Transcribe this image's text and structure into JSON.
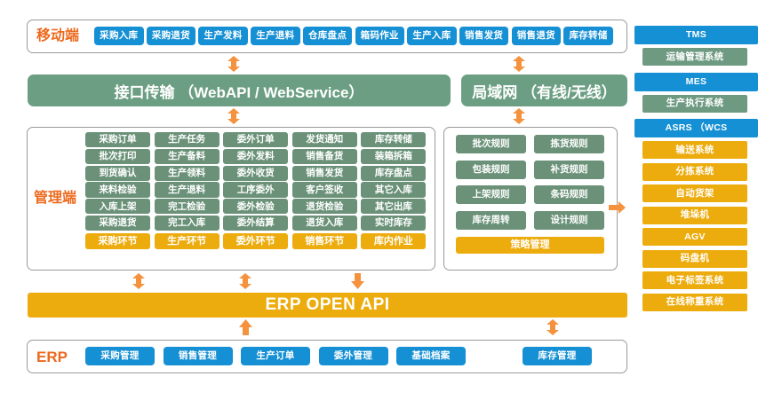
{
  "colors": {
    "blue": "#1690d4",
    "green": "#6b9279",
    "band_green": "#6b9e82",
    "gold": "#edac0e",
    "orange_text": "#ec6a1e",
    "arrow": "#f5923e",
    "border": "#9a9a9a"
  },
  "mobile": {
    "label": "移动端",
    "items": [
      "采购入库",
      "采购退货",
      "生产发料",
      "生产退料",
      "仓库盘点",
      "箱码作业",
      "生产入库",
      "销售发货",
      "销售退货",
      "库存转储"
    ]
  },
  "transport": {
    "interface_band": "接口传输 （WebAPI / WebService）",
    "lan_band": "局域网 （有线/无线）"
  },
  "management": {
    "label": "管理端",
    "columns": [
      {
        "footer": "采购环节",
        "items": [
          "采购订单",
          "批次打印",
          "到货确认",
          "来料检验",
          "入库上架",
          "采购退货"
        ]
      },
      {
        "footer": "生产环节",
        "items": [
          "生产任务",
          "生产备料",
          "生产领料",
          "生产退料",
          "完工检验",
          "完工入库"
        ]
      },
      {
        "footer": "委外环节",
        "items": [
          "委外订单",
          "委外发料",
          "委外收货",
          "工序委外",
          "委外检验",
          "委外结算"
        ]
      },
      {
        "footer": "销售环节",
        "items": [
          "发货通知",
          "销售备货",
          "销售发货",
          "客户签收",
          "退货检验",
          "退货入库"
        ]
      },
      {
        "footer": "库内作业",
        "items": [
          "库存转储",
          "装箱拆箱",
          "库存盘点",
          "其它入库",
          "其它出库",
          "实时库存"
        ]
      }
    ]
  },
  "strategy": {
    "footer": "策略管理",
    "rows": [
      [
        "批次规则",
        "拣货规则"
      ],
      [
        "包装规则",
        "补货规则"
      ],
      [
        "上架规则",
        "条码规则"
      ],
      [
        "库存周转",
        "设计规则"
      ]
    ]
  },
  "open_api": {
    "label": "ERP  OPEN API"
  },
  "erp": {
    "label": "ERP",
    "items": [
      "采购管理",
      "销售管理",
      "生产订单",
      "委外管理",
      "基础档案"
    ],
    "right_item": "库存管理"
  },
  "external": {
    "groups": [
      {
        "header": "TMS",
        "header_style": "blue",
        "sub": [
          "运输管理系统"
        ],
        "sub_style": "green"
      },
      {
        "header": "MES",
        "header_style": "blue",
        "sub": [
          "生产执行系统"
        ],
        "sub_style": "green"
      },
      {
        "header": "ASRS （WCS",
        "header_style": "blue",
        "sub": [
          "输送系统",
          "分拣系统",
          "自动货架",
          "堆垛机",
          "AGV",
          "码盘机",
          "电子标签系统",
          "在线称重系统"
        ],
        "sub_style": "gold"
      }
    ]
  },
  "icons": {
    "arrow_up_down": "double-arrow-vertical-icon",
    "arrow_down": "arrow-down-icon",
    "arrow_right": "arrow-right-icon"
  }
}
